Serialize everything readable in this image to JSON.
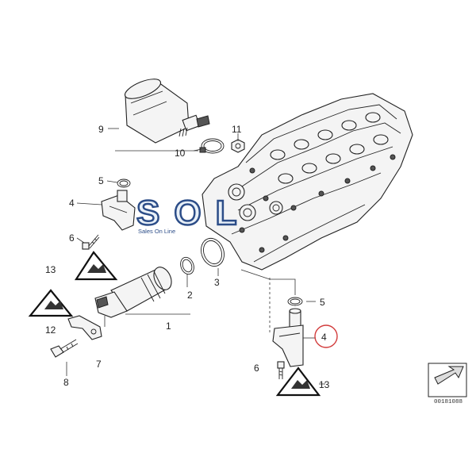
{
  "logo": {
    "main": "SOL",
    "sub": "Sales On Line",
    "accent_color": "#2c4d88"
  },
  "callouts": {
    "c1": "1",
    "c2": "2",
    "c3": "3",
    "c4a": "4",
    "c4b": "4",
    "c5a": "5",
    "c5b": "5",
    "c6a": "6",
    "c6b": "6",
    "c7": "7",
    "c8": "8",
    "c9": "9",
    "c10": "10",
    "c11": "11",
    "c12": "12",
    "c13a": "13",
    "c13b": "13"
  },
  "highlight": {
    "color": "#d23c3c"
  },
  "reference": {
    "number": "00181088"
  },
  "icons": [
    "warning-triangle-icon",
    "arrow-icon"
  ]
}
